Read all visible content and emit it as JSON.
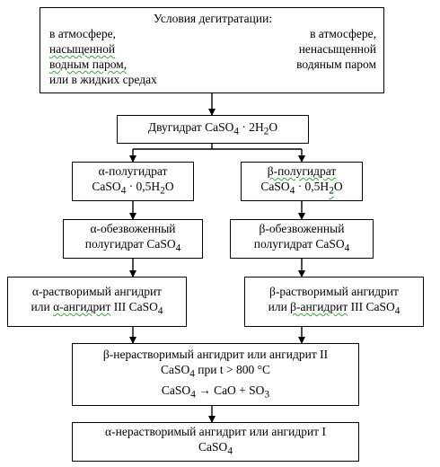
{
  "conditions": {
    "title": "Условия дегитратации:",
    "left_line1": "в атмосфере,",
    "left_line2": "насыщенной",
    "left_line3": "водным паром,",
    "left_line4": "или в жидких средах",
    "right_line1": "в атмосфере,",
    "right_line2": "ненасыщенной",
    "right_line3": "водяным паром"
  },
  "dihydrate": {
    "prefix": "Двугидрат CaSO",
    "sub4": "4",
    "middle": " · 2H",
    "sub2": "2",
    "suffix": "O"
  },
  "alpha_hemihydrate": {
    "line1": "α-полугидрат",
    "formula_a": "CaSO",
    "sub4": "4",
    "formula_b": " · 0,5H",
    "sub2": "2",
    "formula_c": "O"
  },
  "beta_hemihydrate": {
    "line1": "β-полугидрат",
    "formula_a": "CaSO",
    "sub4": "4",
    "formula_b": " · 0,5H",
    "sub2": "2",
    "formula_c": "O"
  },
  "alpha_dehydrated": {
    "line1": "α-обезвоженный",
    "line2": "полугидрат CaSO",
    "sub4": "4"
  },
  "beta_dehydrated": {
    "line1": "β-обезвоженный",
    "line2": "полугидрат CaSO",
    "sub4": "4"
  },
  "alpha_soluble": {
    "line1": "α-растворимый ангидрит",
    "line2_a": "или ",
    "line2_b": "α-ангидрит",
    "line2_c": " III CaSO",
    "sub4": "4"
  },
  "beta_soluble": {
    "line1": "β-растворимый ангидрит",
    "line2_a": "или ",
    "line2_b": "β-ангидрит",
    "line2_c": " III CaSO",
    "sub4": "4"
  },
  "beta_insoluble": {
    "line1": "β-нерастворимый ангидрит или ангидрит II",
    "line2_a": "CaSO",
    "line2_sub": "4",
    "line2_b": " при t > 800 °C",
    "line3_a": "CaSO",
    "line3_sub": "4",
    "line3_b": " → CaO + SO",
    "line3_sub2": "3"
  },
  "alpha_insoluble": {
    "line1": "α-нерастворимый ангидрит или ангидрит I",
    "line2": "CaSO",
    "sub4": "4"
  }
}
